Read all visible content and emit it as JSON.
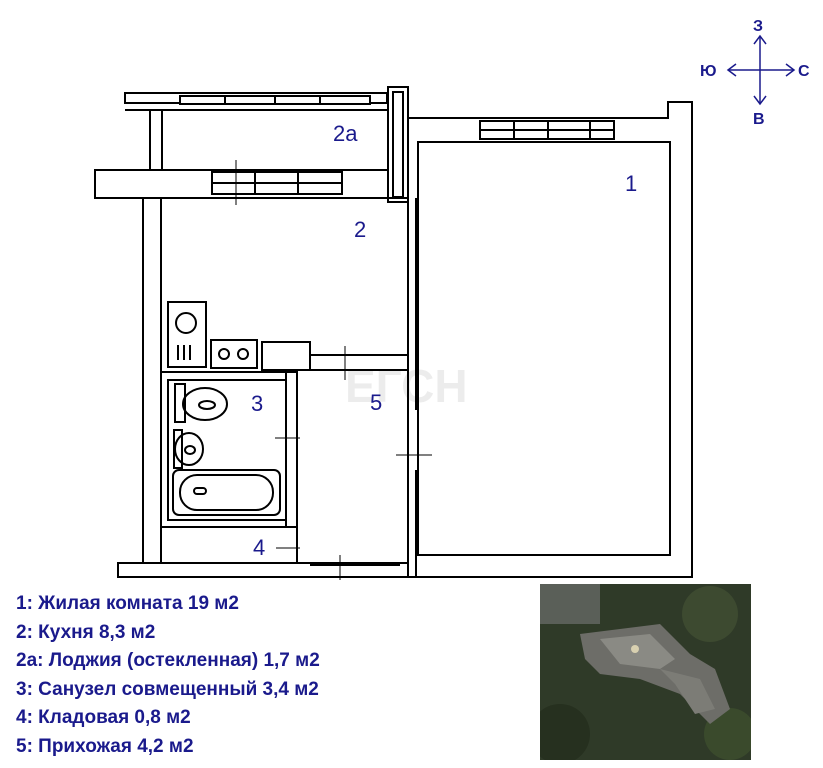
{
  "compass": {
    "north": "З",
    "west": "Ю",
    "east": "С",
    "south": "В"
  },
  "watermark": "ЕГСН",
  "rooms": [
    {
      "id": "1",
      "label": "1"
    },
    {
      "id": "2",
      "label": "2"
    },
    {
      "id": "2a",
      "label": "2а"
    },
    {
      "id": "3",
      "label": "3"
    },
    {
      "id": "4",
      "label": "4"
    },
    {
      "id": "5",
      "label": "5"
    }
  ],
  "legend": [
    "1: Жилая комната 19 м2",
    "2: Кухня 8,3 м2",
    "2а: Лоджия (остекленная) 1,7 м2",
    "3: Санузел совмещенный 3,4 м2",
    "4: Кладовая 0,8 м2",
    "5: Прихожая 4,2 м2"
  ],
  "colors": {
    "wall": "#ffffff",
    "wall_stroke": "#000000",
    "label": "#1a1a8c",
    "aerial_dark": "#2f3a28"
  },
  "icons": [
    "compass-icon",
    "sink-icon",
    "stove-icon",
    "toilet-icon",
    "washbasin-icon",
    "bathtub-icon"
  ]
}
